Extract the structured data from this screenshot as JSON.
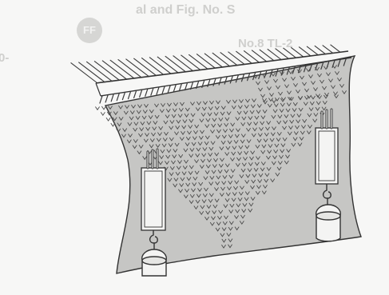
{
  "page": {
    "background": "#f7f7f6",
    "sheet_color": "#c6c6c4",
    "ink_color": "#222222"
  },
  "show_through": {
    "line_1": "al and Fig. No. S",
    "line_2": "No.8  TL-2",
    "line_3": "0-",
    "mark": "FF"
  },
  "illustration": {
    "subject": "stretched fabric sheet hanging from a comb-like bar, with a stitched V-shaped tear pattern and two tags suspending cylindrical weights",
    "icons": [
      "comb-bar-icon",
      "stitch-pattern-icon",
      "tag-icon",
      "hook-icon",
      "cylinder-weight-icon"
    ]
  }
}
